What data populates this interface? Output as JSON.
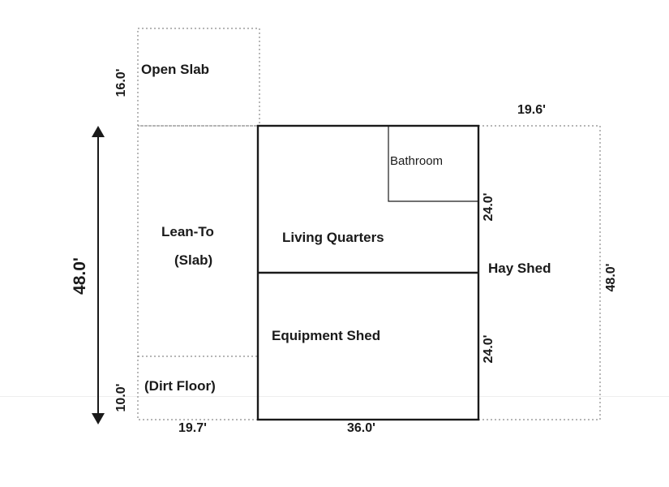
{
  "labels": {
    "open_slab": "Open Slab",
    "lean_to": "Lean-To",
    "lean_to_slab": "(Slab)",
    "dirt_floor": "(Dirt Floor)",
    "living_quarters": "Living Quarters",
    "bathroom": "Bathroom",
    "equipment_shed": "Equipment Shed",
    "hay_shed": "Hay Shed"
  },
  "dimensions": {
    "open_slab_depth": "16.0'",
    "hay_shed_width": "19.6'",
    "overall_length": "48.0'",
    "hay_shed_length": "48.0'",
    "living_quarters_depth": "24.0'",
    "equipment_shed_depth": "24.0'",
    "dirt_floor_depth": "10.0'",
    "lean_to_width": "19.7'",
    "main_width": "36.0'"
  },
  "colors": {
    "ink": "#1a1a1a",
    "dotted": "#8a8a8a",
    "background": "#ffffff"
  }
}
